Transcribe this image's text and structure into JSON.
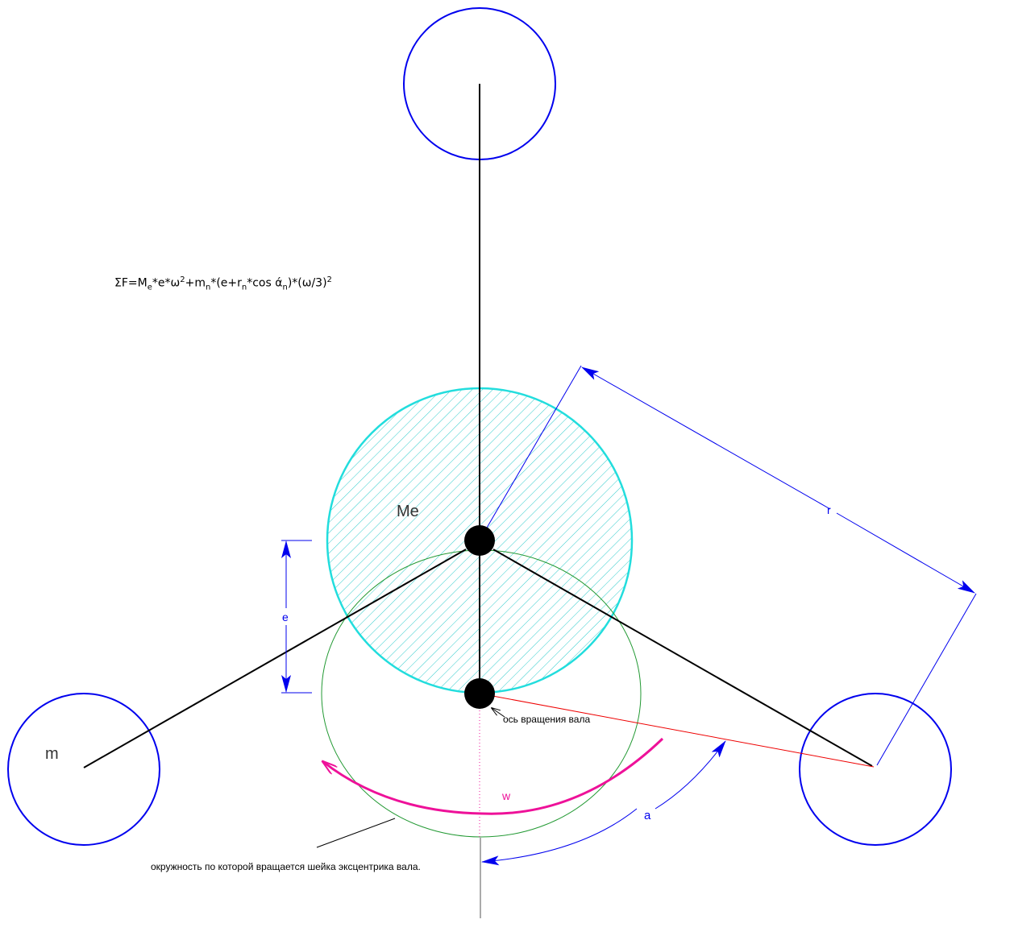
{
  "formula": {
    "sigma_f": "ΣF=M",
    "sub_e": "e",
    "p1": "*e*ω",
    "sup_2a": "2",
    "p2": "+m",
    "sub_n1": "n",
    "p3": "*(e+r",
    "sub_n2": "n",
    "p4": "*cos ά",
    "sub_n3": "n",
    "p5": ")*(ω/3)",
    "sup_2b": "2"
  },
  "labels": {
    "me": "Me",
    "m": "m",
    "e": "e",
    "r": "r",
    "w": "w",
    "alpha": "a",
    "shaft_axis": "ось вращения вала",
    "eccentric_circle": "окружность по которой вращается шейка эксцентрика вала."
  },
  "colors": {
    "mass_circle": "#0000ee",
    "eccentric_mass": "#22dddd",
    "orbit": "#229933",
    "dimension": "#0000ee",
    "rotation": "#ee1199",
    "radius_line": "#ee0000"
  }
}
